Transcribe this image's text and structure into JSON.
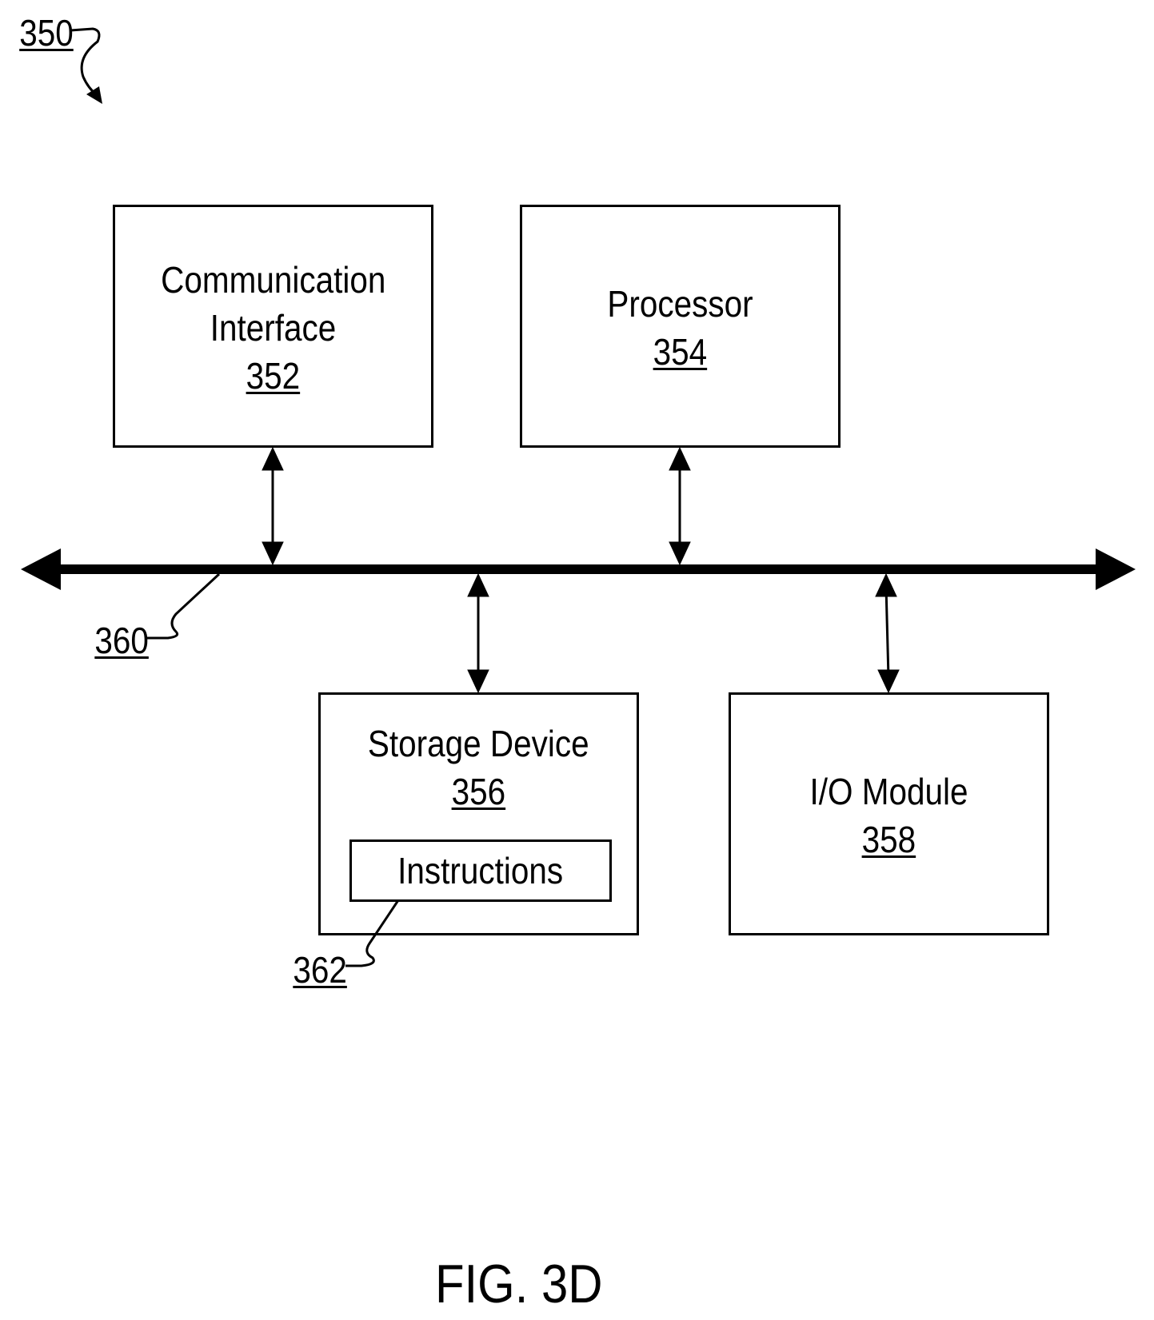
{
  "figure": {
    "ref": "350",
    "caption": "FIG. 3D"
  },
  "bus": {
    "ref": "360"
  },
  "blocks": {
    "comm_interface": {
      "line1": "Communication",
      "line2": "Interface",
      "ref": "352"
    },
    "processor": {
      "line1": "Processor",
      "ref": "354"
    },
    "storage": {
      "line1": "Storage Device",
      "ref": "356"
    },
    "instructions": {
      "label": "Instructions",
      "ref": "362"
    },
    "io_module": {
      "line1": "I/O Module",
      "ref": "358"
    }
  }
}
